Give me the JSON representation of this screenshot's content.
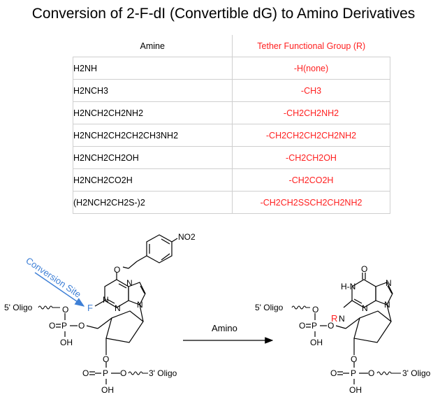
{
  "title": "Conversion of 2-F-dI (Convertible dG) to Amino Derivatives",
  "table": {
    "headers": [
      "Amine",
      "Tether Functional Group (R)"
    ],
    "rows": [
      [
        "H2NH",
        "-H(none)"
      ],
      [
        "H2NCH3",
        "-CH3"
      ],
      [
        "H2NCH2CH2NH2",
        "-CH2CH2NH2"
      ],
      [
        "H2NCH2CH2CH2CH3NH2",
        "-CH2CH2CH2CH2NH2"
      ],
      [
        "H2NCH2CH2OH",
        "-CH2CH2OH"
      ],
      [
        "H2NCH2CO2H",
        "-CH2CO2H"
      ],
      [
        "(H2NCH2CH2S-)2",
        "-CH2CH2SSCH2CH2NH2"
      ]
    ]
  },
  "scheme": {
    "arrow_label": "Amino",
    "conversion_site_label": "Conversion Site",
    "left": {
      "f_label": "F",
      "oligo5": "5' Oligo",
      "oligo3": "3' Oligo",
      "o": "O",
      "p": "P",
      "oh": "OH",
      "n": "N",
      "no2": "NO2"
    },
    "right": {
      "r_label": "R",
      "hn_label": "H-N",
      "oligo5": "5' Oligo",
      "oligo3": "3' Oligo",
      "o": "O",
      "p": "P",
      "oh": "OH",
      "n": "N"
    }
  },
  "colors": {
    "red": "#ff2020",
    "blue": "#3d7fd6",
    "black": "#000000"
  }
}
